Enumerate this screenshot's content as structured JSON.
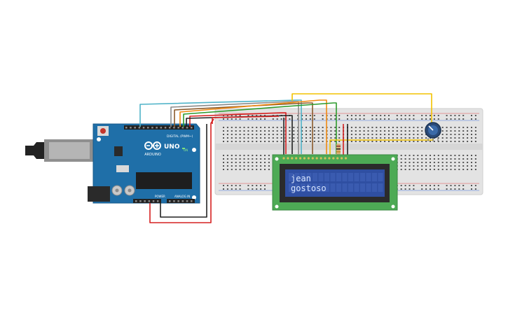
{
  "circuit": {
    "arduino": {
      "brand_label": "ARDUINO",
      "model_label": "UNO",
      "header_digital_label": "DIGITAL (PWM~)",
      "header_power_label": "POWER",
      "header_analog_label": "ANALOG IN",
      "on_label": "ON",
      "board_color": "#1f6fa8"
    },
    "lcd": {
      "line1": "jean",
      "line2": "gostoso",
      "screen_color": "#2f4fa2",
      "text_color": "#d8e6ff",
      "pcb_color": "#4daa55"
    },
    "breadboard": {
      "color": "#e3e3e3"
    },
    "wire_colors": {
      "yellow": "#f2c200",
      "red": "#d62020",
      "black": "#222222",
      "teal": "#4fb3c8",
      "gray": "#8a8a8a",
      "brown": "#8b5a2b",
      "orange": "#f08a12",
      "green": "#2e9b2e"
    }
  }
}
